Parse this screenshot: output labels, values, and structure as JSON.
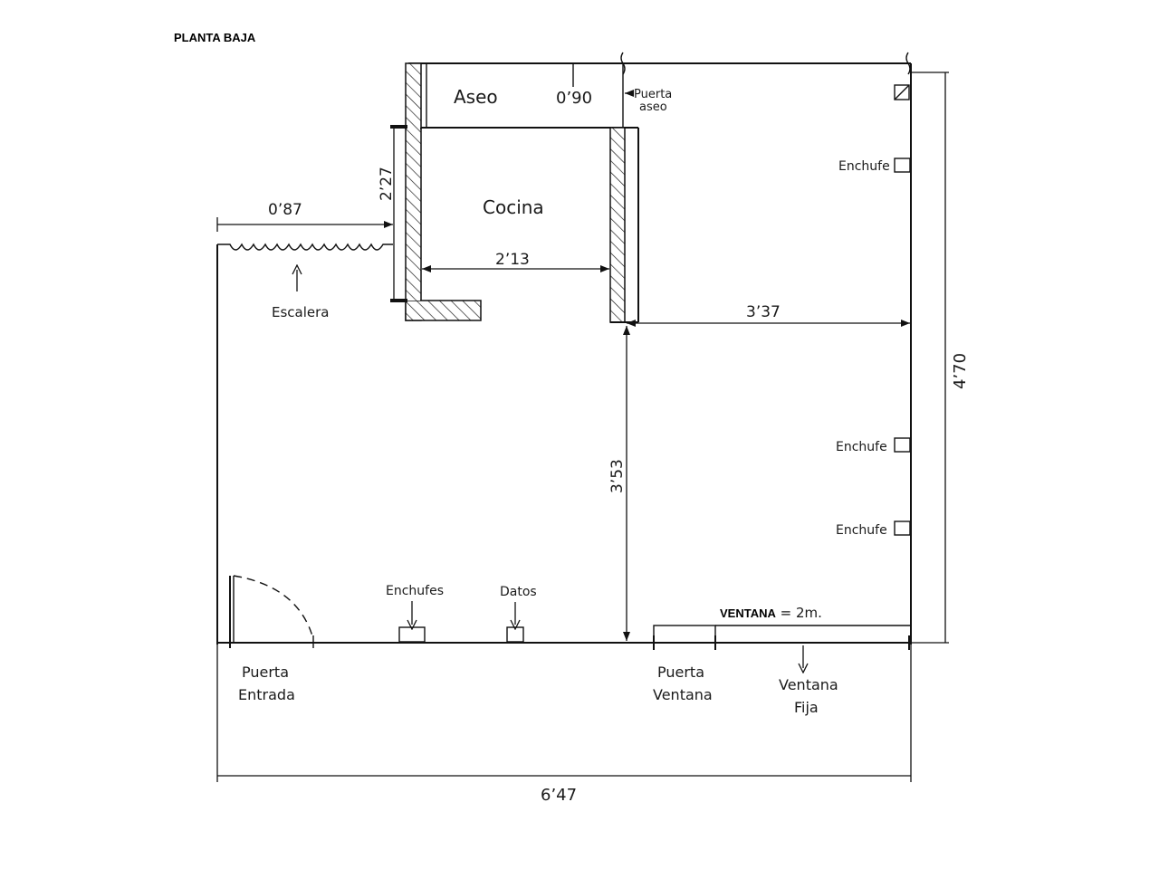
{
  "title": "PLANTA BAJA",
  "rooms": {
    "aseo": "Aseo",
    "cocina": "Cocina"
  },
  "dimensions": {
    "aseo_door_width": "0’90",
    "stair_width": "0’87",
    "kitchen_depth": "2’27",
    "kitchen_width": "2’13",
    "right_room_width": "3’37",
    "right_room_depth": "3’53",
    "total_depth": "4’70",
    "total_width": "6’47"
  },
  "labels": {
    "puerta_aseo_line1": "Puerta",
    "puerta_aseo_line2": "aseo",
    "escalera": "Escalera",
    "enchufe_1": "Enchufe",
    "enchufe_2": "Enchufe",
    "enchufe_3": "Enchufe",
    "enchufes": "Enchufes",
    "datos": "Datos",
    "ventana_bold": "VENTANA",
    "ventana_rest": " = 2m.",
    "puerta_entrada_line1": "Puerta",
    "puerta_entrada_line2": "Entrada",
    "puerta_ventana_line1": "Puerta",
    "puerta_ventana_line2": "Ventana",
    "ventana_fija_line1": "Ventana",
    "ventana_fija_line2": "Fija"
  },
  "colors": {
    "ink": "#111111",
    "background": "#ffffff"
  }
}
